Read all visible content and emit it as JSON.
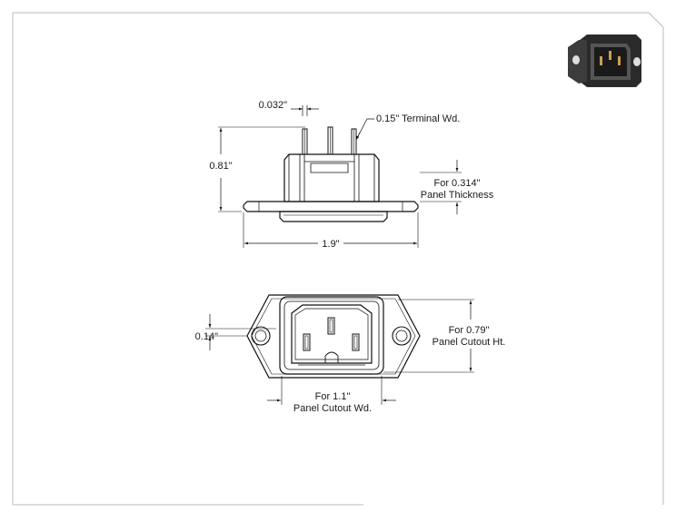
{
  "side_view": {
    "terminal_thickness": "0.032\"",
    "terminal_width": "0.15\" Terminal Wd.",
    "height": "0.81\"",
    "panel_thickness_line1": "For 0.314\"",
    "panel_thickness_line2": "Panel Thickness",
    "overall_width": "1.9\""
  },
  "front_view": {
    "pin_offset": "0.14\"",
    "cutout_height_line1": "For 0.79\"",
    "cutout_height_line2": "Panel Cutout Ht.",
    "cutout_width_line1": "For 1.1\"",
    "cutout_width_line2": "Panel Cutout Wd."
  },
  "colors": {
    "line": "#111111",
    "thumbnail_body": "#2a2a2a",
    "thumbnail_insert": "#c8a24a"
  }
}
